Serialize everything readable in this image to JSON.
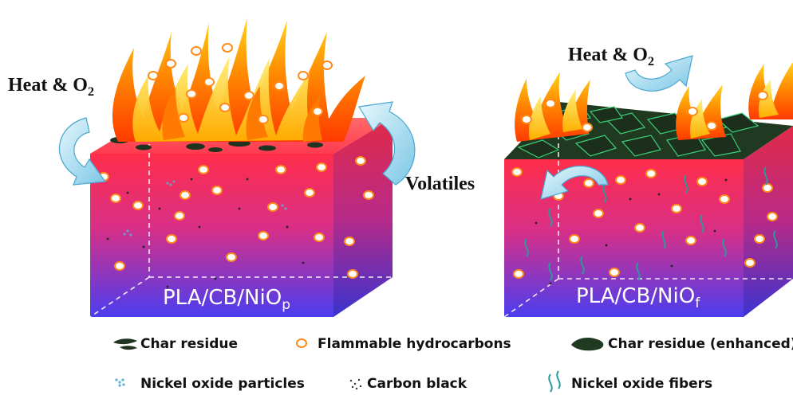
{
  "left_panel": {
    "label_main": "PLA/CB/NiO",
    "label_sub": "p",
    "heat_label": "Heat & O",
    "heat_sub": "2"
  },
  "right_panel": {
    "label_main": "PLA/CB/NiO",
    "label_sub": "f",
    "heat_label": "Heat & O",
    "heat_sub": "2"
  },
  "volatiles_label": "Volatiles",
  "legend": {
    "char_residue": "Char residue",
    "flammable_hydrocarbons": "Flammable hydrocarbons",
    "char_residue_enhanced": "Char residue (enhanced)",
    "nickel_oxide_particles": "Nickel oxide particles",
    "carbon_black": "Carbon black",
    "nickel_oxide_fibers": "Nickel oxide fibers"
  },
  "colors": {
    "box_top": "#ff2e4a",
    "box_bottom": "#4a3df0",
    "flame_outer": "#ff5a00",
    "flame_inner": "#ffd21a",
    "arrow_fill": "#9fd8ee",
    "char": "#1f3320",
    "fiber": "#2a9a9a"
  }
}
